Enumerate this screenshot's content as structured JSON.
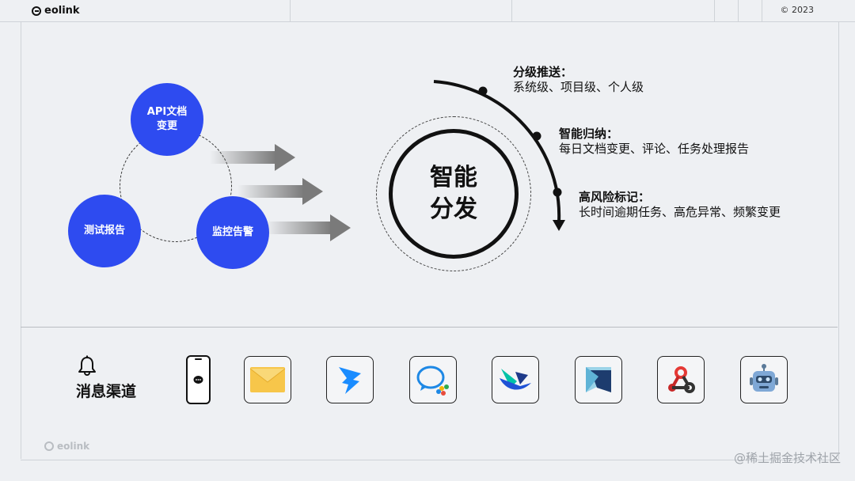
{
  "header": {
    "brand": "eolink",
    "copyright": "© 2023"
  },
  "sources": [
    {
      "label": "API文档\n变更"
    },
    {
      "label": "测试报告"
    },
    {
      "label": "监控告警"
    }
  ],
  "core": {
    "label": "智能\n分发"
  },
  "features": [
    {
      "title": "分级推送：",
      "desc": "系统级、项目级、个人级"
    },
    {
      "title": "智能归纳：",
      "desc": "每日文档变更、评论、任务处理报告"
    },
    {
      "title": "高风险标记：",
      "desc": "长时间逾期任务、高危异常、频繁变更"
    }
  ],
  "channels": {
    "title": "消息渠道",
    "items": [
      {
        "icon": "phone-sms-icon"
      },
      {
        "icon": "email-icon"
      },
      {
        "icon": "dingtalk-icon"
      },
      {
        "icon": "wecom-icon"
      },
      {
        "icon": "feishu-icon"
      },
      {
        "icon": "lanxin-icon"
      },
      {
        "icon": "webhook-icon"
      },
      {
        "icon": "robot-icon"
      }
    ]
  },
  "footer": {
    "brand": "eolink",
    "credit": "@稀土掘金技术社区"
  },
  "colors": {
    "accent": "#2e4bf0",
    "background": "#eef0f3"
  }
}
